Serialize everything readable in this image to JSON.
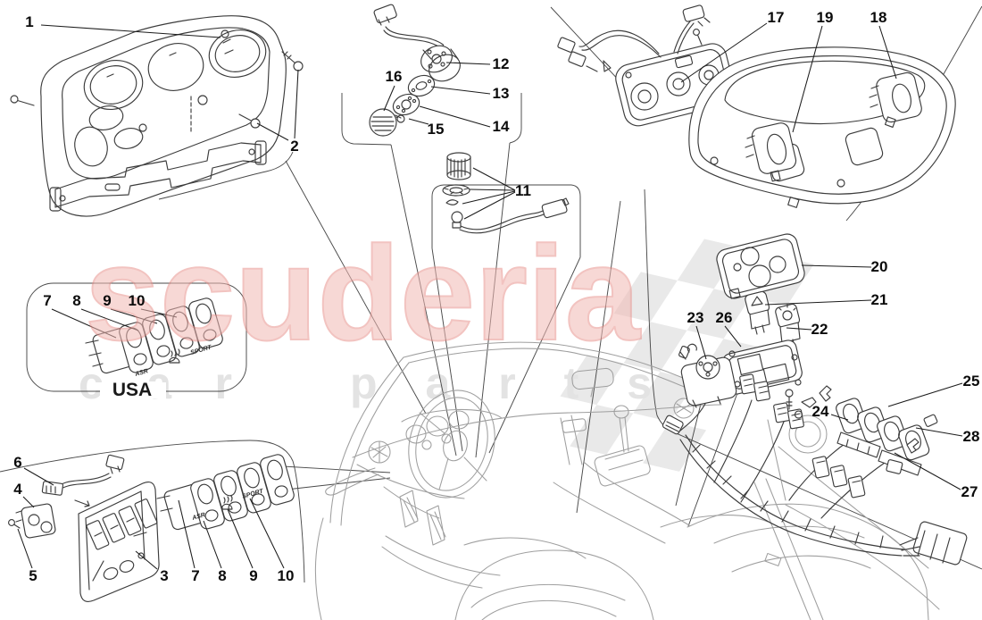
{
  "diagram": {
    "usa_label": "USA",
    "callouts": [
      {
        "label": "1"
      },
      {
        "label": "2"
      },
      {
        "label": "16"
      },
      {
        "label": "12"
      },
      {
        "label": "13"
      },
      {
        "label": "14"
      },
      {
        "label": "15"
      },
      {
        "label": "11"
      },
      {
        "label": "17"
      },
      {
        "label": "19"
      },
      {
        "label": "18"
      },
      {
        "label": "20"
      },
      {
        "label": "21"
      },
      {
        "label": "22"
      },
      {
        "label": "23"
      },
      {
        "label": "26"
      },
      {
        "label": "25"
      },
      {
        "label": "24"
      },
      {
        "label": "28"
      },
      {
        "label": "27"
      },
      {
        "label": "7"
      },
      {
        "label": "8"
      },
      {
        "label": "9"
      },
      {
        "label": "10"
      },
      {
        "label": "6"
      },
      {
        "label": "4"
      },
      {
        "label": "5"
      },
      {
        "label": "3"
      },
      {
        "label": "7"
      },
      {
        "label": "8"
      },
      {
        "label": "9"
      },
      {
        "label": "10"
      }
    ],
    "switch_icons": {
      "asr": "ASR",
      "sport": "SPORT"
    }
  },
  "watermark": {
    "brand": "scuderia",
    "word1": "car",
    "word2": "parts",
    "brand_color": "#f2b9b4",
    "letters_color": "#e3e3e3",
    "checker_color": "#e9e9e9"
  }
}
